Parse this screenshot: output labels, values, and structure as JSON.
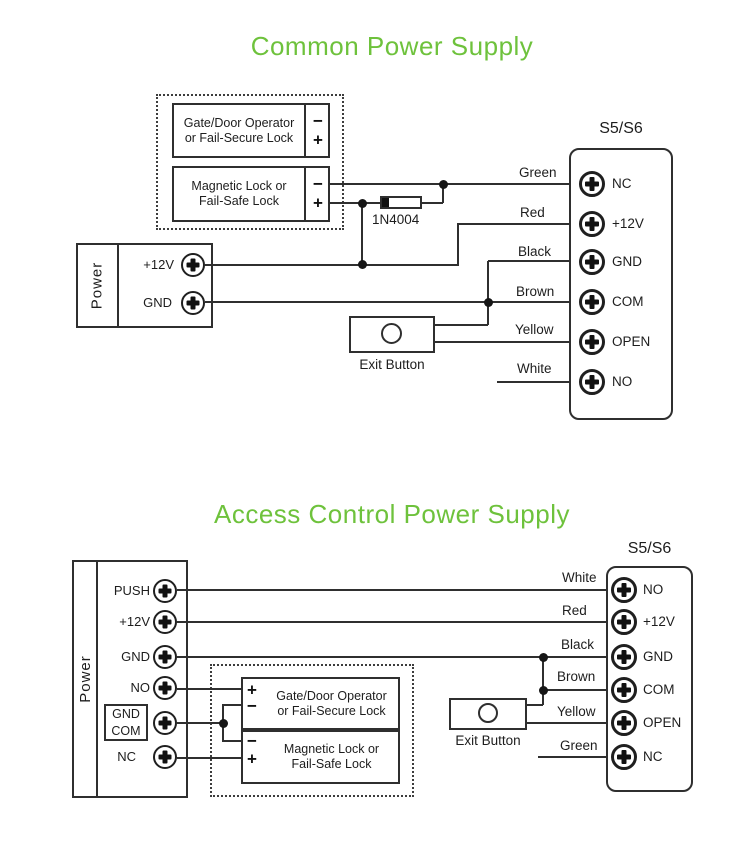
{
  "titles": {
    "top": "Common Power Supply",
    "bottom": "Access Control Power Supply"
  },
  "colors": {
    "title_green": "#6ec23c",
    "line": "#2f2f2f"
  },
  "top": {
    "gate_lock": {
      "line1": "Gate/Door Operator",
      "line2": "or Fail-Secure Lock",
      "terminal_top": "−",
      "terminal_bottom": "+"
    },
    "magnetic_lock": {
      "line1": "Magnetic Lock or",
      "line2": "Fail-Safe Lock",
      "terminal_top": "−",
      "terminal_bottom": "+"
    },
    "diode_label": "1N4004",
    "power": {
      "label": "Power",
      "terminal_1": "+12V",
      "terminal_2": "GND"
    },
    "exit_button_label": "Exit Button",
    "controller": {
      "title": "S5/S6",
      "terminals": [
        "NC",
        "+12V",
        "GND",
        "COM",
        "OPEN",
        "NO"
      ]
    },
    "wire_labels": [
      "Green",
      "Red",
      "Black",
      "Brown",
      "Yellow",
      "White"
    ]
  },
  "bottom": {
    "power": {
      "label": "Power",
      "terminal_1": "PUSH",
      "terminal_2": "+12V",
      "terminal_3": "GND",
      "terminal_4": "NO",
      "terminal_5_line1": "GND",
      "terminal_5_line2": "COM",
      "terminal_6": "NC"
    },
    "gate_lock": {
      "line1": "Gate/Door Operator",
      "line2": "or Fail-Secure Lock",
      "terminal_top": "+",
      "terminal_bottom": "−"
    },
    "magnetic_lock": {
      "line1": "Magnetic Lock or",
      "line2": "Fail-Safe Lock",
      "terminal_top": "−",
      "terminal_bottom": "+"
    },
    "exit_button_label": "Exit Button",
    "controller": {
      "title": "S5/S6",
      "terminals": [
        "NO",
        "+12V",
        "GND",
        "COM",
        "OPEN",
        "NC"
      ]
    },
    "wire_labels": [
      "White",
      "Red",
      "Black",
      "Brown",
      "Yellow",
      "Green"
    ]
  }
}
